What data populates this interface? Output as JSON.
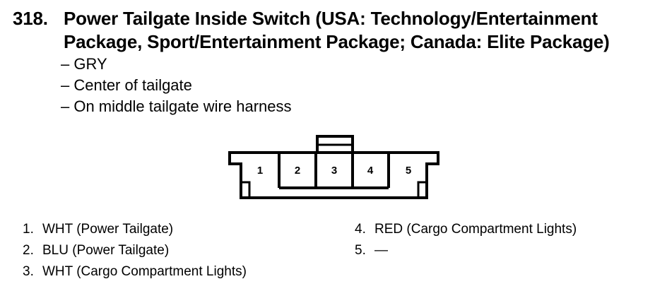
{
  "section": {
    "number": "318.",
    "title_line1": "Power Tailgate Inside Switch (USA: Technology/Entertainment",
    "title_line2": "Package, Sport/Entertainment Package; Canada: Elite Package)"
  },
  "details": [
    "– GRY",
    "– Center of tailgate",
    "– On middle tailgate wire harness"
  ],
  "connector": {
    "pins": [
      "1",
      "2",
      "3",
      "4",
      "5"
    ]
  },
  "pins_left": [
    {
      "num": "1.",
      "text": "WHT (Power Tailgate)"
    },
    {
      "num": "2.",
      "text": "BLU (Power Tailgate)"
    },
    {
      "num": "3.",
      "text": "WHT (Cargo Compartment Lights)"
    }
  ],
  "pins_right": [
    {
      "num": "4.",
      "text": "RED (Cargo Compartment Lights)"
    },
    {
      "num": "5.",
      "text": "—"
    }
  ]
}
